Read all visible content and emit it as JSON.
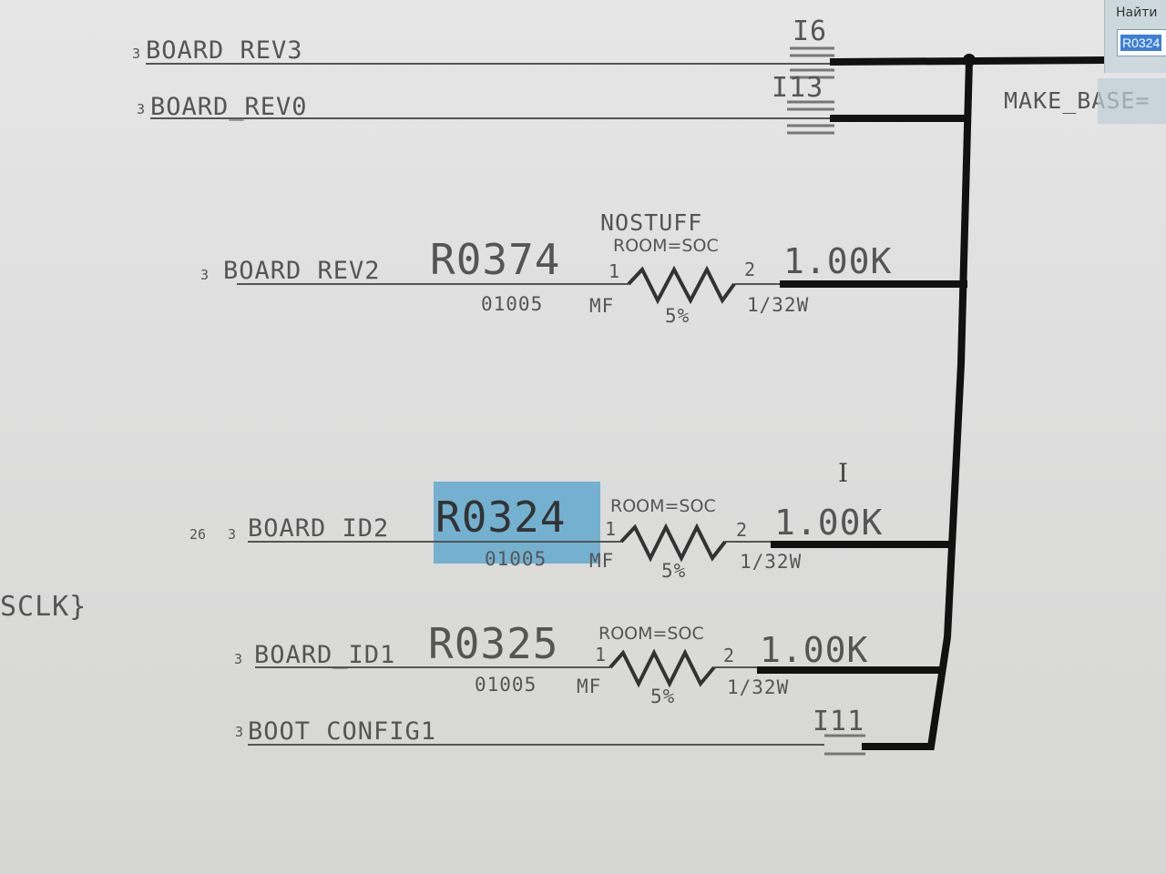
{
  "find": {
    "label": "Найти",
    "value": "R0324"
  },
  "off_page_text": "SCLK}",
  "right_net": "MAKE_BASE=",
  "nets": {
    "board_rev3": {
      "sheet": "3",
      "name": "BOARD_REV3"
    },
    "board_rev0": {
      "sheet": "3",
      "name": "BOARD_REV0"
    },
    "board_rev2": {
      "sheet": "3",
      "name": "BOARD_REV2"
    },
    "board_id2": {
      "page": "26",
      "sheet": "3",
      "name": "BOARD_ID2"
    },
    "board_id1": {
      "sheet": "3",
      "name": "BOARD_ID1"
    },
    "boot_config1": {
      "sheet": "3",
      "name": "BOOT_CONFIG1"
    }
  },
  "instances": {
    "i6": "I6",
    "i13": "I13",
    "i11": "I11"
  },
  "resistors": {
    "r0374": {
      "option": "NOSTUFF",
      "room": "ROOM=SOC",
      "ref": "R0374",
      "value": "1.00K",
      "package": "01005",
      "material": "MF",
      "tolerance": "5%",
      "power": "1/32W",
      "pin1": "1",
      "pin2": "2"
    },
    "r0324": {
      "room": "ROOM=SOC",
      "ref": "R0324",
      "value": "1.00K",
      "package": "01005",
      "material": "MF",
      "tolerance": "5%",
      "power": "1/32W",
      "pin1": "1",
      "pin2": "2"
    },
    "r0325": {
      "room": "ROOM=SOC",
      "ref": "R0325",
      "value": "1.00K",
      "package": "01005",
      "material": "MF",
      "tolerance": "5%",
      "power": "1/32W",
      "pin1": "1",
      "pin2": "2"
    }
  }
}
